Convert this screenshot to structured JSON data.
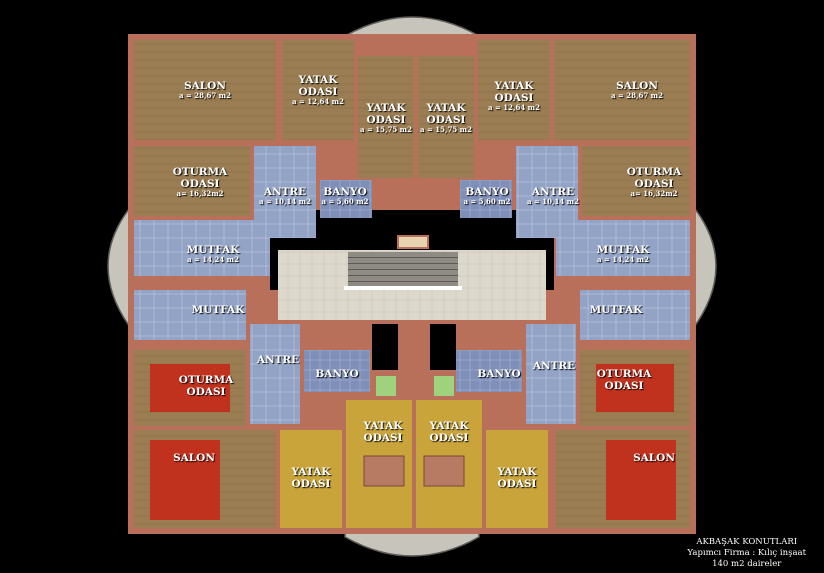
{
  "colors": {
    "background": "#000000",
    "wall": "#b9705b",
    "floor_wood": "#9a7d52",
    "floor_tile_blue": "#8f9fc4",
    "floor_yellow": "#c8a43a",
    "rug_red": "#c0321e",
    "marble": "#e4e1d8",
    "stair_gray": "#8a8782"
  },
  "rooms_top": [
    {
      "name": "SALON",
      "area": "a = 28,67 m2"
    },
    {
      "name": "YATAK\nODASI",
      "area": "a = 12,64 m2"
    },
    {
      "name": "YATAK\nODASI",
      "area": "a = 15,75 m2"
    },
    {
      "name": "YATAK\nODASI",
      "area": "a = 15,75 m2"
    },
    {
      "name": "YATAK\nODASI",
      "area": "a = 12,64 m2"
    },
    {
      "name": "SALON",
      "area": "a = 28,67 m2"
    },
    {
      "name": "OTURMA\nODASI",
      "area": "a= 16,32m2"
    },
    {
      "name": "ANTRE",
      "area": "a = 10,14 m2"
    },
    {
      "name": "BANYO",
      "area": "a = 5,60 m2"
    },
    {
      "name": "BANYO",
      "area": "a = 5,60 m2"
    },
    {
      "name": "ANTRE",
      "area": "a = 10,14 m2"
    },
    {
      "name": "OTURMA\nODASI",
      "area": "a= 16,32m2"
    },
    {
      "name": "MUTFAK",
      "area": "a = 14,24 m2"
    },
    {
      "name": "MUTFAK",
      "area": "a = 14,24 m2"
    }
  ],
  "rooms_bottom": [
    {
      "name": "MUTFAK"
    },
    {
      "name": "MUTFAK"
    },
    {
      "name": "ANTRE"
    },
    {
      "name": "BANYO"
    },
    {
      "name": "BANYO"
    },
    {
      "name": "ANTRE"
    },
    {
      "name": "OTURMA\nODASI"
    },
    {
      "name": "OTURMA\nODASI"
    },
    {
      "name": "YATAK\nODASI"
    },
    {
      "name": "YATAK\nODASI"
    },
    {
      "name": "SALON"
    },
    {
      "name": "YATAK\nODASI"
    },
    {
      "name": "YATAK\nODASI"
    },
    {
      "name": "SALON"
    }
  ],
  "caption": {
    "line1": "AKBAŞAK KONUTLARI",
    "line2": "Yapımcı Firma : Kılıç inşaat",
    "line3": "140 m2 daireler"
  }
}
